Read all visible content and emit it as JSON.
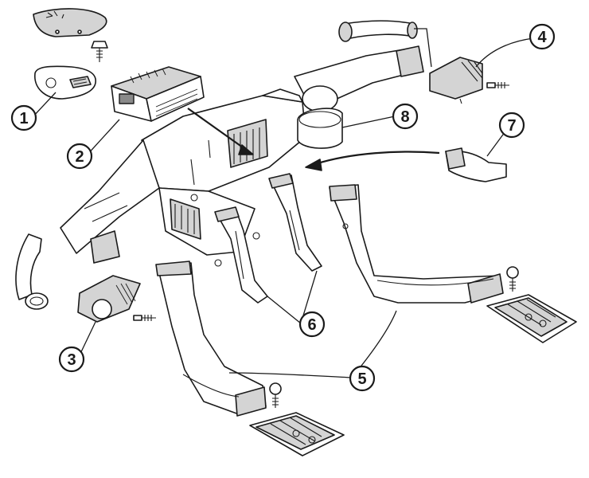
{
  "diagram": {
    "callouts": [
      {
        "id": "1",
        "label": "1"
      },
      {
        "id": "2",
        "label": "2"
      },
      {
        "id": "3",
        "label": "3"
      },
      {
        "id": "4",
        "label": "4"
      },
      {
        "id": "5",
        "label": "5"
      },
      {
        "id": "6",
        "label": "6"
      },
      {
        "id": "7",
        "label": "7"
      },
      {
        "id": "8",
        "label": "8"
      }
    ],
    "colors": {
      "line": "#1a1a1a",
      "shade": "#d4d4d4",
      "dark_shade": "#8a8a8a",
      "background": "#ffffff"
    }
  }
}
